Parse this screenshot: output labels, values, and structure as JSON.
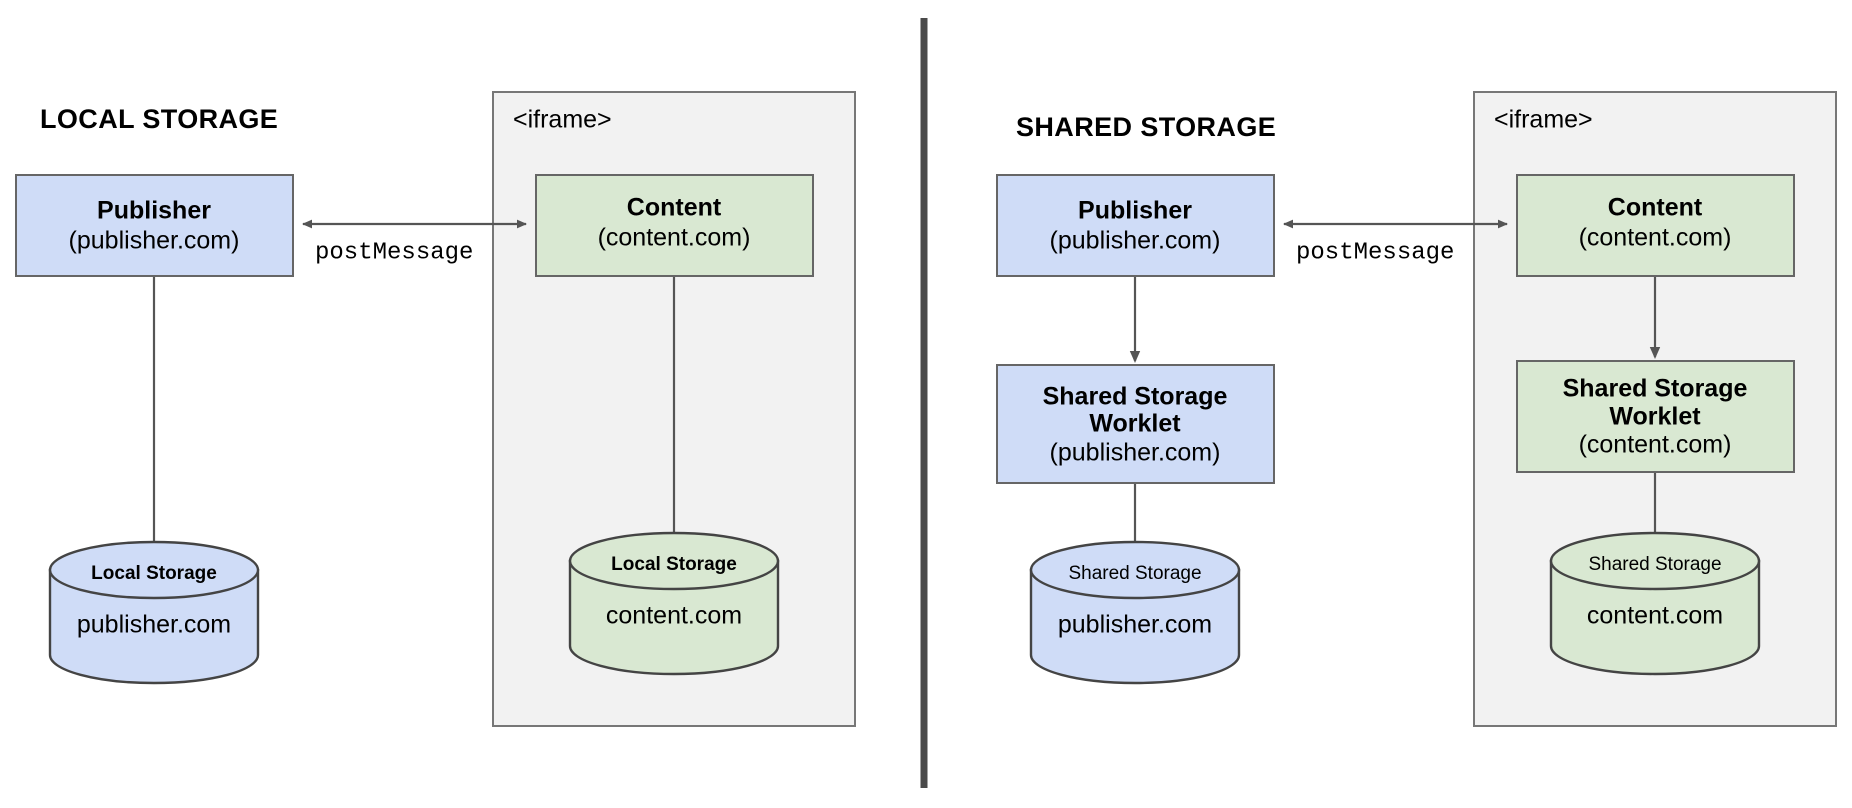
{
  "diagram": {
    "title_left": "LOCAL STORAGE",
    "title_right": "SHARED STORAGE",
    "divider": "vertical-divider",
    "colors": {
      "blue_fill": "#cfdcf7",
      "green_fill": "#d9e8d2",
      "box_stroke": "#666666",
      "iframe_fill": "#f2f2f2",
      "iframe_stroke": "#777777",
      "cylinder_stroke": "#444444",
      "arrow_stroke": "#555555",
      "divider_color": "#4a4a4a",
      "text": "#000000"
    }
  },
  "left_panel": {
    "title": "LOCAL STORAGE",
    "publisher_box": {
      "title": "Publisher",
      "subtitle": "(publisher.com)"
    },
    "publisher_storage": {
      "cap_label": "Local Storage",
      "body_label": "publisher.com"
    },
    "iframe": {
      "label": "<iframe>",
      "content_box": {
        "title": "Content",
        "subtitle": "(content.com)"
      },
      "content_storage": {
        "cap_label": "Local Storage",
        "body_label": "content.com"
      }
    },
    "edge": {
      "label": "postMessage"
    }
  },
  "right_panel": {
    "title": "SHARED STORAGE",
    "publisher_box": {
      "title": "Publisher",
      "subtitle": "(publisher.com)"
    },
    "publisher_worklet": {
      "title_line1": "Shared Storage",
      "title_line2": "Worklet",
      "subtitle": "(publisher.com)"
    },
    "publisher_storage": {
      "cap_label": "Shared Storage",
      "body_label": "publisher.com"
    },
    "iframe": {
      "label": "<iframe>",
      "content_box": {
        "title": "Content",
        "subtitle": "(content.com)"
      },
      "content_worklet": {
        "title_line1": "Shared Storage",
        "title_line2": "Worklet",
        "subtitle": "(content.com)"
      },
      "content_storage": {
        "cap_label": "Shared Storage",
        "body_label": "content.com"
      }
    },
    "edge": {
      "label": "postMessage"
    }
  }
}
